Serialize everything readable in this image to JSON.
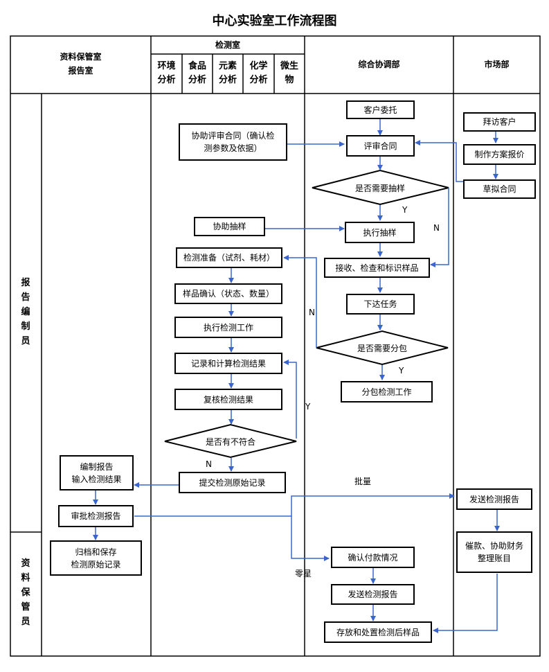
{
  "title": "中心实验室工作流程图",
  "lanes": {
    "archive": "资料保管室\n报告室",
    "lab": "检测室",
    "lab_subs": [
      "环境\n分析",
      "食品\n分析",
      "元素\n分析",
      "化学\n分析",
      "微生\n物"
    ],
    "coordination": "综合协调部",
    "market": "市场部",
    "report_editor": "报\n告\n编\n制\n员",
    "records_keeper": "资\n料\n保\n管\n员"
  },
  "nodes": {
    "client_commission": "客户委托",
    "review_contract": "评审合同",
    "assist_review": "协助评审合同（确认检\n测参数及依据）",
    "visit_client": "拜访客户",
    "make_quote": "制作方案报价",
    "draft_contract": "草拟合同",
    "need_sampling": "是否需要抽样",
    "assist_sampling": "协助抽样",
    "exec_sampling": "执行抽样",
    "receive_samples": "接收、检查和标识样品",
    "test_prep": "检测准备（试剂、耗材）",
    "sample_confirm": "样品确认（状态、数量）",
    "issue_task": "下达任务",
    "exec_test": "执行检测工作",
    "need_subcontract": "是否需要分包",
    "record_calc": "记录和计算检测结果",
    "subcontract_work": "分包检测工作",
    "recheck": "复核检测结果",
    "any_nonconform": "是否有不符合",
    "compile_report": "编制报告\n输入检测结果",
    "submit_records": "提交检测原始记录",
    "approve_report": "审批检测报告",
    "send_report_market": "发送检测报告",
    "archive_records": "归档和保存\n检测原始记录",
    "confirm_payment": "确认付款情况",
    "collect_payment": "催款、协助财务\n整理账目",
    "send_report_coord": "发送检测报告",
    "store_samples": "存放和处置检测后样品"
  },
  "edge_labels": {
    "y_sampling": "Y",
    "n_sampling": "N",
    "n_subcontract": "N",
    "y_subcontract": "Y",
    "y_nonconform": "Y",
    "n_nonconform": "N",
    "batch": "批量",
    "retail": "零星"
  },
  "colors": {
    "line": "#000000",
    "arrow": "#3a66cc"
  }
}
